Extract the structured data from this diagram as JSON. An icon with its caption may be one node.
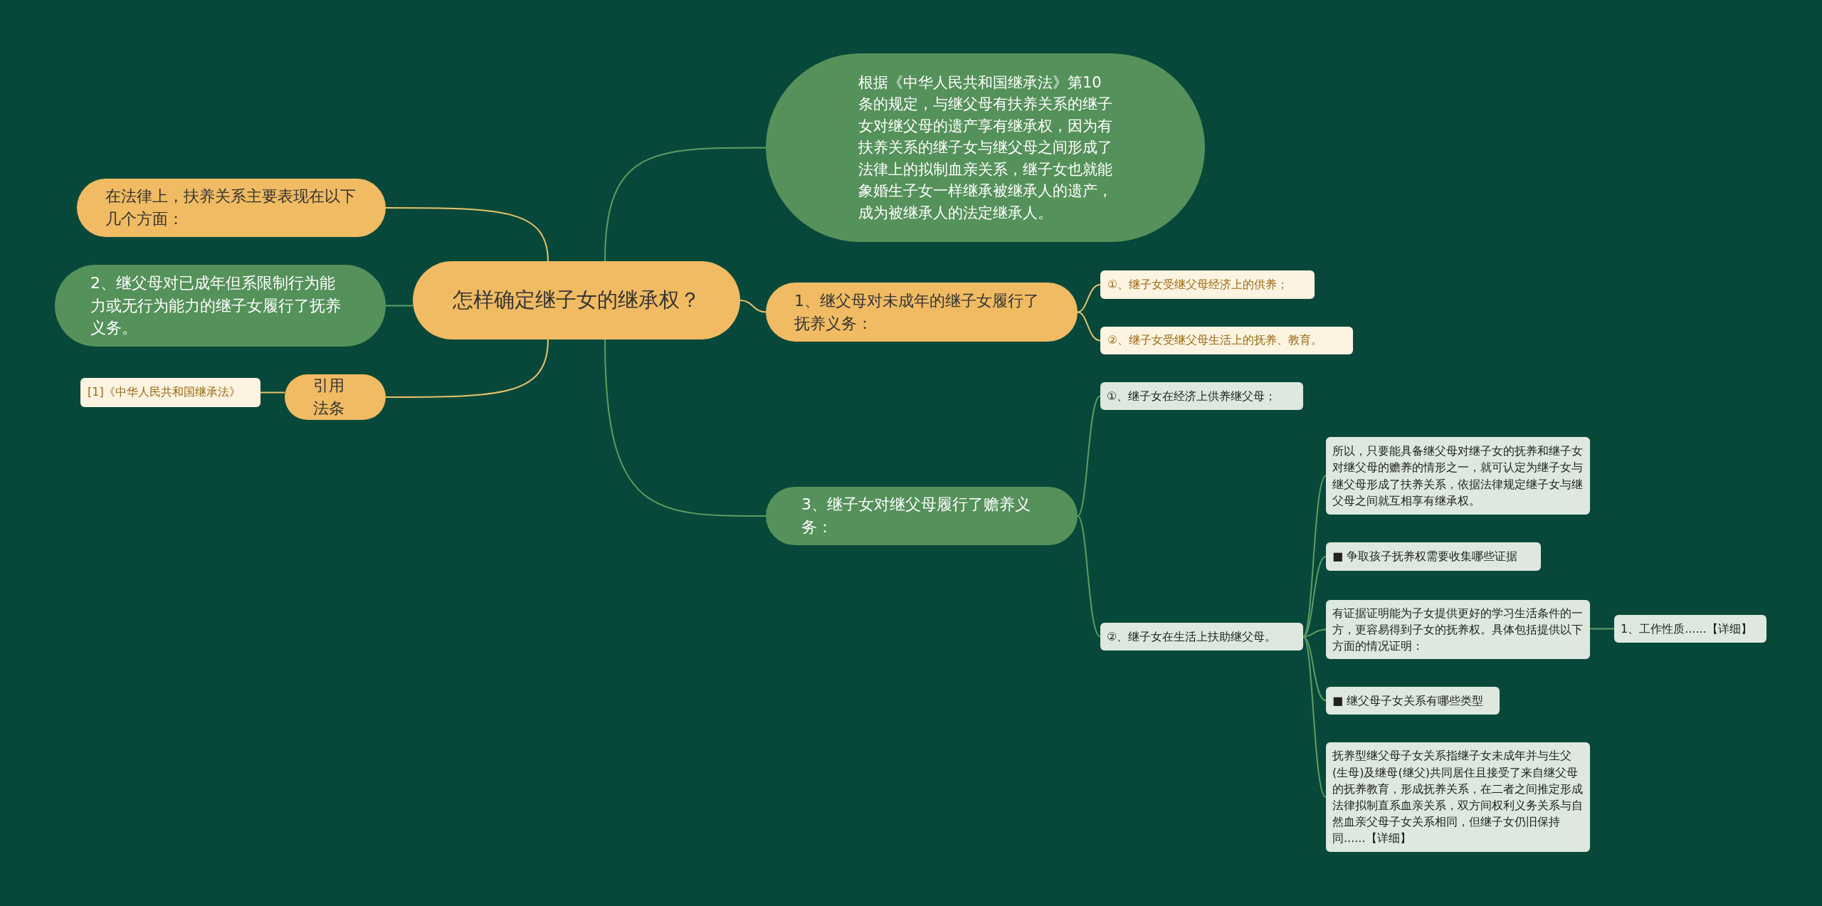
{
  "diagram": {
    "nodes": [
      {
        "text": [
          "怎样确定继子女的继承权？"
        ]
      },
      {
        "text": [
          "在法律上，扶养关系主要表现在以下几个方面："
        ]
      },
      {
        "text": [
          "2、继父母对已成年但系限制行为能力或无行为能力的继子女履行了抚养义务。"
        ]
      },
      {
        "text": [
          "引用法条"
        ]
      },
      {
        "text": [
          "[1]《中华人民共和国继承法》"
        ]
      },
      {
        "text": [
          "根据《中华人民共和国继承法》第10条的规定，与继父母有扶养关系的继子女对继父母的遗产享有继承权，因为有扶养关系的继子女与继父母之间形成了法律上的拟制血亲关系，继子女也就能象婚生子女一样继承被继承人的遗产，成为被继承人的法定继承人。"
        ]
      },
      {
        "text": [
          "1、继父母对未成年的继子女履行了抚养义务："
        ]
      },
      {
        "text": [
          "①、继子女受继父母经济上的供养；"
        ]
      },
      {
        "text": [
          "②、继子女受继父母生活上的抚养、教育。"
        ]
      },
      {
        "text": [
          "3、继子女对继父母履行了赡养义务："
        ]
      },
      {
        "text": [
          "①、继子女在经济上供养继父母；"
        ]
      },
      {
        "text": [
          "②、继子女在生活上扶助继父母。"
        ]
      },
      {
        "text": [
          "所以，只要能具备继父母对继子女的抚养和继子女对继父母的赡养的情形之一，就可认定为继子女与继父母形成了扶养关系，依据法律规定继子女与继父母之间就互相享有继承权。"
        ]
      },
      {
        "text": [
          "■ 争取孩子抚养权需要收集哪些证据"
        ]
      },
      {
        "text": [
          "有证据证明能为子女提供更好的学习生活条件的一方，更容易得到子女的抚养权。具体包括提供以下方面的情况证明："
        ]
      },
      {
        "text": [
          "1、工作性质......【详细】"
        ]
      },
      {
        "text": [
          "■ 继父母子女关系有哪些类型"
        ]
      },
      {
        "text": [
          "抚养型继父母子女关系指继子女未成年并与生父(生母)及继母(继父)共同居住且接受了来自继父母的抚养教育，形成抚养关系，在二者之间推定形成法律拟制直系血亲关系，双方间权利义务关系与自然血亲父母子女关系相同，但继子女仍旧保持同......【详细】"
        ]
      }
    ],
    "edges": [
      {
        "from": 0,
        "to": 1,
        "arrow": "none",
        "color": "#e9c46a"
      },
      {
        "from": 0,
        "to": 2,
        "arrow": "none"
      },
      {
        "from": 0,
        "to": 3,
        "arrow": "none",
        "color": "#e9c46a"
      },
      {
        "from": 3,
        "to": 4,
        "arrow": "none",
        "color": "#e9c46a"
      },
      {
        "from": 0,
        "to": 5,
        "arrow": "none"
      },
      {
        "from": 0,
        "to": 6,
        "arrow": "none",
        "color": "#e9c46a"
      },
      {
        "from": 6,
        "to": 7,
        "arrow": "none",
        "color": "#e9c46a"
      },
      {
        "from": 6,
        "to": 8,
        "arrow": "none",
        "color": "#e9c46a"
      },
      {
        "from": 0,
        "to": 9,
        "arrow": "none"
      },
      {
        "from": 9,
        "to": 10,
        "arrow": "none"
      },
      {
        "from": 9,
        "to": 11,
        "arrow": "none"
      },
      {
        "from": 11,
        "to": 12,
        "arrow": "none"
      },
      {
        "from": 11,
        "to": 13,
        "arrow": "none"
      },
      {
        "from": 11,
        "to": 14,
        "arrow": "none"
      },
      {
        "from": 14,
        "to": 15,
        "arrow": "none"
      },
      {
        "from": 11,
        "to": 16,
        "arrow": "none"
      },
      {
        "from": 11,
        "to": 17,
        "arrow": "none"
      }
    ]
  }
}
